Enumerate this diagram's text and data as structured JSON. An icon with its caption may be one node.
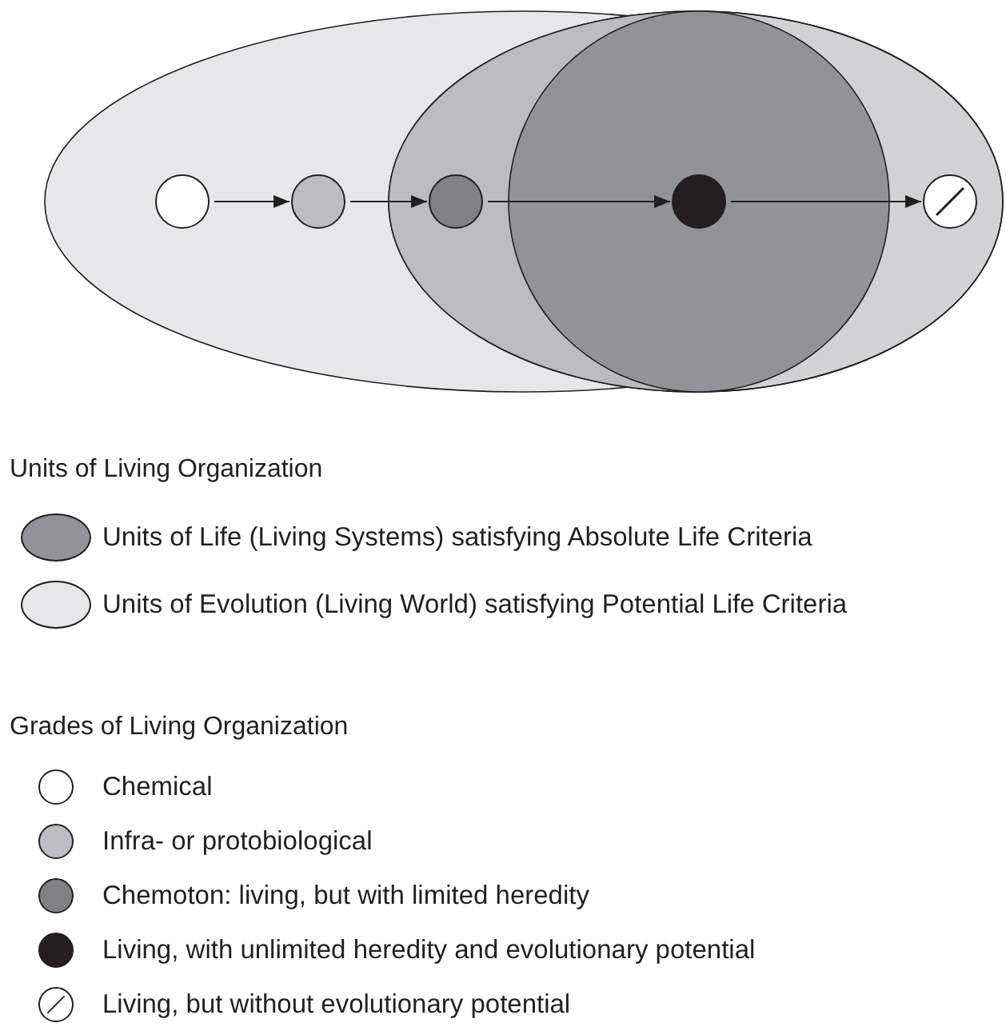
{
  "diagram": {
    "nodes": [
      {
        "text": [],
        "shape": "circle"
      },
      {
        "text": [],
        "shape": "circle"
      },
      {
        "text": [],
        "shape": "circle"
      },
      {
        "text": [],
        "shape": "circle"
      },
      {
        "text": [],
        "shape": "circle"
      }
    ],
    "edges": [
      {
        "from": 0,
        "to": 1,
        "arrow": "to"
      },
      {
        "from": 1,
        "to": 2,
        "arrow": "to"
      },
      {
        "from": 2,
        "to": 3,
        "arrow": "to"
      },
      {
        "from": 3,
        "to": 4,
        "arrow": "to"
      }
    ],
    "labels": [
      "Units of Living Organization",
      "Grades of Living Organization"
    ],
    "legend": [
      {
        "text": "Units of Life (Living Systems) satisfying Absolute Life Criteria",
        "color": "#929397"
      },
      {
        "text": "Units of Evolution (Living World) satisfying Potential Life Criteria",
        "color": "#e6e7e8"
      },
      {
        "text": "Chemical",
        "color": "#ffffff"
      },
      {
        "text": "Infra- or protobiological",
        "color": "#bcbdc0"
      },
      {
        "text": "Chemoton: living, but with limited heredity",
        "color": "#808184"
      },
      {
        "text": "Living, with unlimited heredity and evolutionary potential",
        "color": "#231f20"
      },
      {
        "text": "Living, but without evolutionary potential"
      }
    ]
  }
}
